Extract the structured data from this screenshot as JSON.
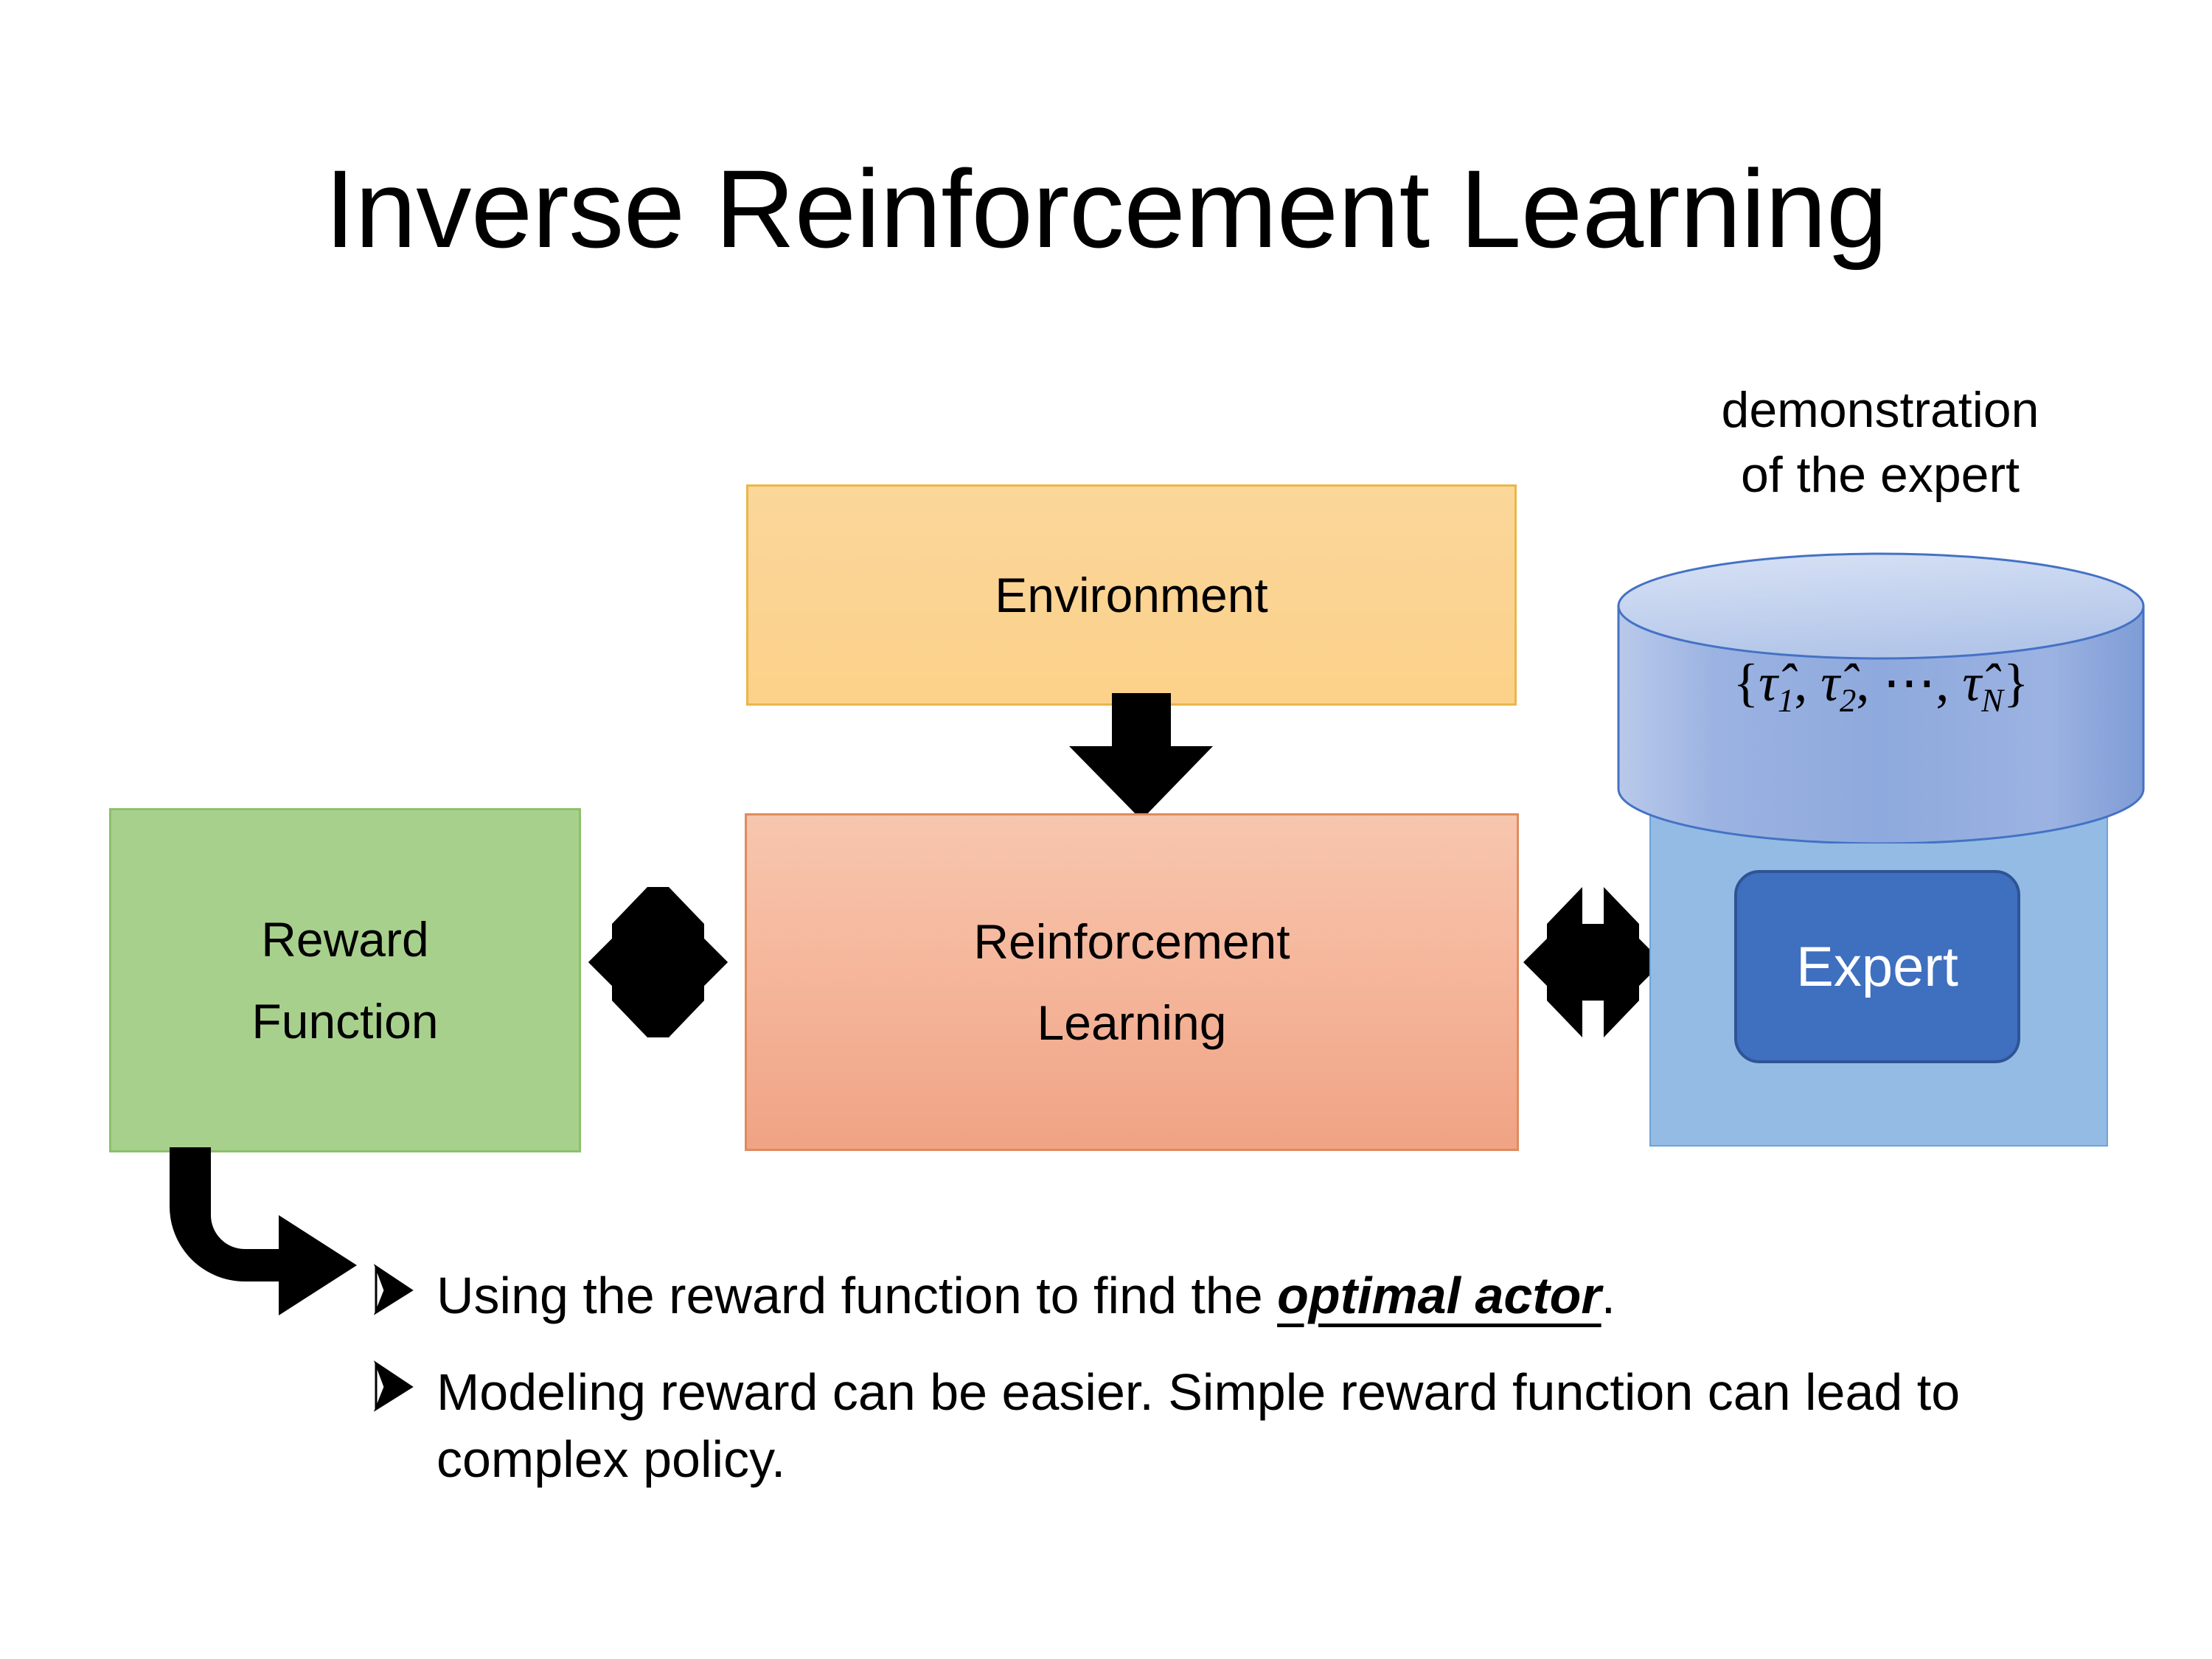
{
  "slide": {
    "title": "Inverse Reinforcement Learning",
    "background_color": "#ffffff"
  },
  "diagram": {
    "environment": {
      "label": "Environment",
      "fill_color": "#fbd392",
      "border_color": "#e9b64a"
    },
    "reward_function": {
      "line1": "Reward",
      "line2": "Function",
      "fill_color": "#a8d08d",
      "border_color": "#8cc06b"
    },
    "reinforcement_learning": {
      "line1": "Reinforcement",
      "line2": "Learning",
      "fill_color": "#f5b79c",
      "border_color": "#e08b5e"
    },
    "demonstration": {
      "caption_line1": "demonstration",
      "caption_line2": "of the expert",
      "trajectories_set": "{τ̂1, τ̂2, ⋯, τ̂N}",
      "set_open": "{",
      "tau1": "τ̂",
      "sub1": "1",
      "comma1": ", ",
      "tau2": "τ̂",
      "sub2": "2",
      "comma2": ", ",
      "ellipsis": "⋯",
      "comma3": ", ",
      "tauN": "τ̂",
      "subN": "N",
      "set_close": "}",
      "cylinder_fill_color": "#8faadc",
      "cylinder_top_color": "#c5d4ee",
      "cylinder_border_color": "#4472c4"
    },
    "expert": {
      "label": "Expert",
      "fill_color": "#3f6fbf",
      "border_color": "#2e5496",
      "text_color": "#ffffff",
      "container_fill_color": "#93bbe4",
      "container_border_color": "#6fa3d6"
    },
    "arrows": {
      "env_to_rl": "down-arrow",
      "reward_rl": "four-way-arrow",
      "rl_expert": "four-way-arrow",
      "reward_to_bullets": "bent-arrow-down-right",
      "color": "#000000"
    }
  },
  "bullets": [
    {
      "marker": "chevron-bullet",
      "text_before": "Using the reward function to find the ",
      "emphasis": "optimal actor",
      "text_after": "."
    },
    {
      "marker": "chevron-bullet",
      "line1": "Modeling reward can be easier. Simple reward",
      "line2": "function can lead to complex policy."
    }
  ]
}
